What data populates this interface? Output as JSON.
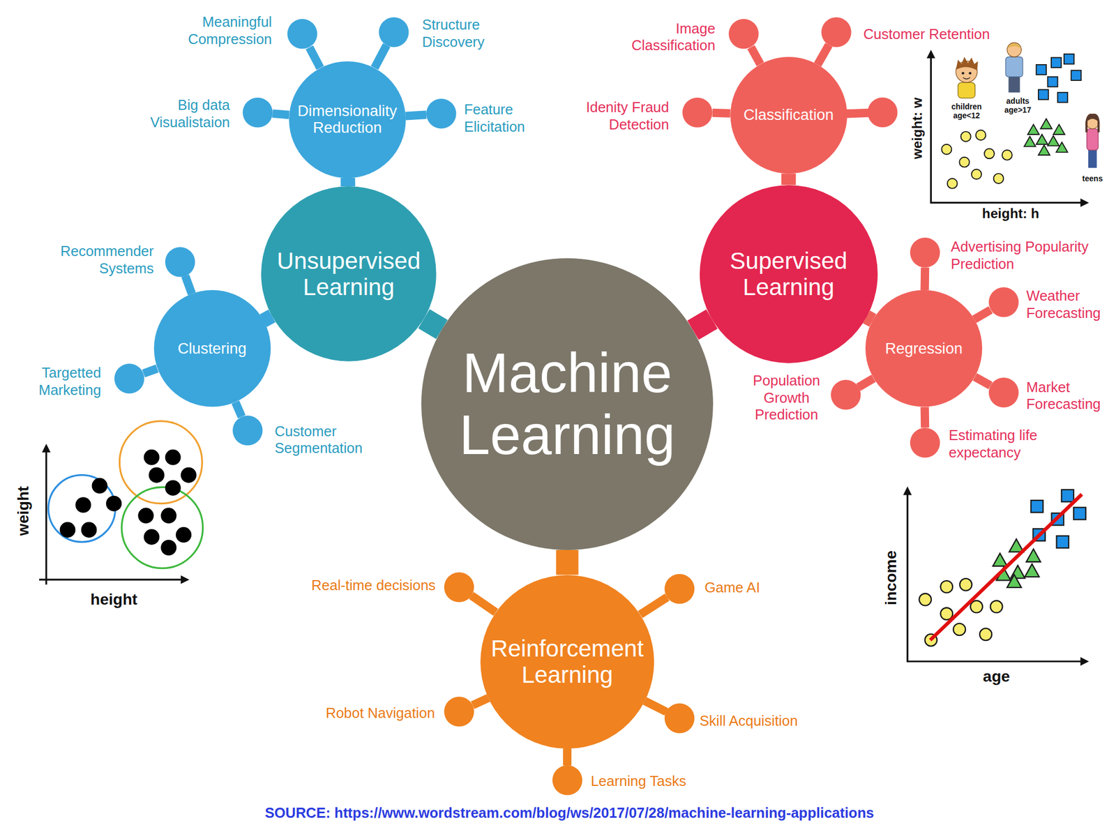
{
  "diagram": {
    "caption": "SOURCE: https://www.wordstream.com/blog/ws/2017/07/28/machine-learning-applications",
    "nodes": [
      {
        "text": [
          "Machine Learning"
        ]
      },
      {
        "text": [
          "Unsupervised Learning"
        ]
      },
      {
        "text": [
          "Supervised Learning"
        ]
      },
      {
        "text": [
          "Reinforcement Learning"
        ]
      },
      {
        "text": [
          "Dimensionality Reduction"
        ]
      },
      {
        "text": [
          "Clustering"
        ]
      },
      {
        "text": [
          "Classification"
        ]
      },
      {
        "text": [
          "Regression"
        ]
      },
      {
        "text": [
          "Meaningful Compression"
        ]
      },
      {
        "text": [
          "Structure Discovery"
        ]
      },
      {
        "text": [
          "Big data Visualistaion"
        ]
      },
      {
        "text": [
          "Feature Elicitation"
        ]
      },
      {
        "text": [
          "Recommender Systems"
        ]
      },
      {
        "text": [
          "Targetted Marketing"
        ]
      },
      {
        "text": [
          "Customer Segmentation"
        ]
      },
      {
        "text": [
          "Image Classification"
        ]
      },
      {
        "text": [
          "Customer Retention"
        ]
      },
      {
        "text": [
          "Idenity Fraud Detection"
        ]
      },
      {
        "text": [
          "Advertising Popularity Prediction"
        ]
      },
      {
        "text": [
          "Weather Forecasting"
        ]
      },
      {
        "text": [
          "Population Growth Prediction"
        ]
      },
      {
        "text": [
          "Market Forecasting"
        ]
      },
      {
        "text": [
          "Estimating life expectancy"
        ]
      },
      {
        "text": [
          "Real-time decisions"
        ]
      },
      {
        "text": [
          "Game AI"
        ]
      },
      {
        "text": [
          "Robot Navigation"
        ]
      },
      {
        "text": [
          "Skill Acquisition"
        ]
      },
      {
        "text": [
          "Learning Tasks"
        ]
      }
    ],
    "edges": [
      {
        "from": 0,
        "to": 1,
        "arrow": "none"
      },
      {
        "from": 0,
        "to": 2,
        "arrow": "none"
      },
      {
        "from": 0,
        "to": 3,
        "arrow": "none"
      },
      {
        "from": 1,
        "to": 4,
        "arrow": "none"
      },
      {
        "from": 1,
        "to": 5,
        "arrow": "none"
      },
      {
        "from": 2,
        "to": 6,
        "arrow": "none"
      },
      {
        "from": 2,
        "to": 7,
        "arrow": "none"
      },
      {
        "from": 4,
        "to": 8,
        "arrow": "none"
      },
      {
        "from": 4,
        "to": 9,
        "arrow": "none"
      },
      {
        "from": 4,
        "to": 10,
        "arrow": "none"
      },
      {
        "from": 4,
        "to": 11,
        "arrow": "none"
      },
      {
        "from": 5,
        "to": 12,
        "arrow": "none"
      },
      {
        "from": 5,
        "to": 13,
        "arrow": "none"
      },
      {
        "from": 5,
        "to": 14,
        "arrow": "none"
      },
      {
        "from": 6,
        "to": 15,
        "arrow": "none"
      },
      {
        "from": 6,
        "to": 16,
        "arrow": "none"
      },
      {
        "from": 6,
        "to": 17,
        "arrow": "none"
      },
      {
        "from": 7,
        "to": 18,
        "arrow": "none"
      },
      {
        "from": 7,
        "to": 19,
        "arrow": "none"
      },
      {
        "from": 7,
        "to": 20,
        "arrow": "none"
      },
      {
        "from": 7,
        "to": 21,
        "arrow": "none"
      },
      {
        "from": 7,
        "to": 22,
        "arrow": "none"
      },
      {
        "from": 3,
        "to": 23,
        "arrow": "none"
      },
      {
        "from": 3,
        "to": 24,
        "arrow": "none"
      },
      {
        "from": 3,
        "to": 25,
        "arrow": "none"
      },
      {
        "from": 3,
        "to": 26,
        "arrow": "none"
      },
      {
        "from": 3,
        "to": 27,
        "arrow": "none"
      }
    ],
    "labels": [
      "weight: w",
      "children age<12",
      "adults age>17",
      "teens",
      "height: h",
      "weight",
      "height",
      "income",
      "age"
    ]
  }
}
